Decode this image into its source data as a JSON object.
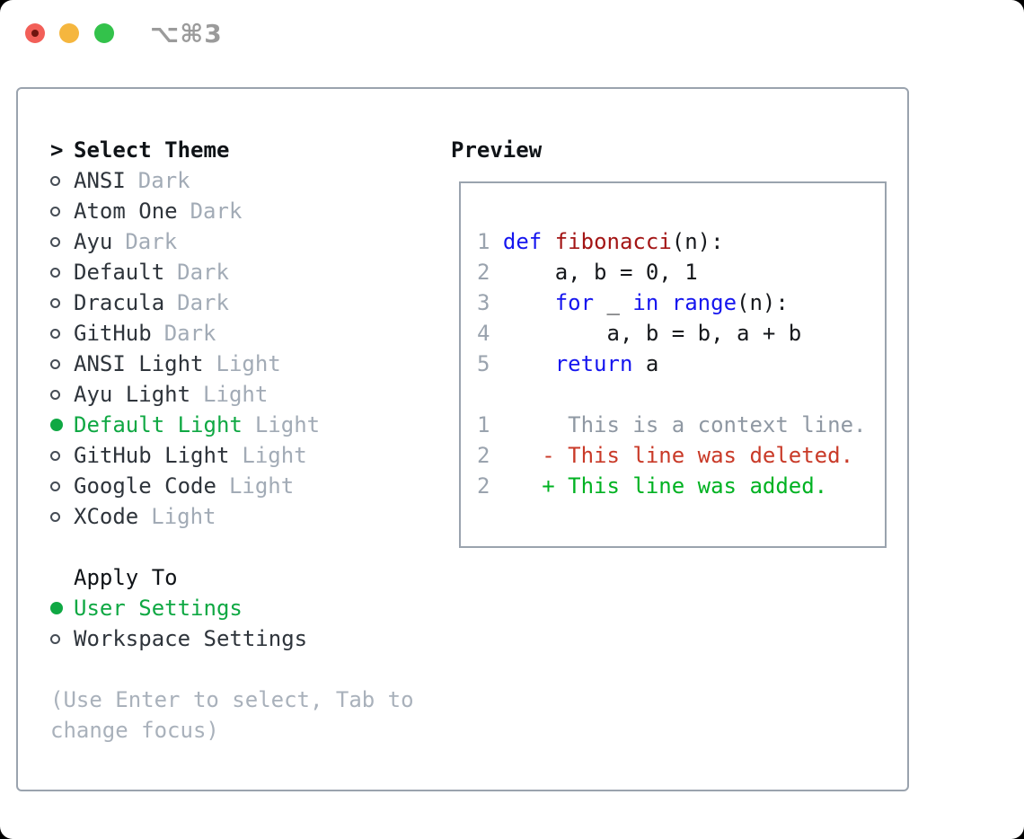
{
  "titlebar": {
    "shortcut": "⌥⌘3"
  },
  "theme_panel": {
    "title_prefix": ">",
    "title": "Select Theme",
    "themes": [
      {
        "name": "ANSI",
        "variant": "Dark",
        "selected": false
      },
      {
        "name": "Atom One",
        "variant": "Dark",
        "selected": false
      },
      {
        "name": "Ayu",
        "variant": "Dark",
        "selected": false
      },
      {
        "name": "Default",
        "variant": "Dark",
        "selected": false
      },
      {
        "name": "Dracula",
        "variant": "Dark",
        "selected": false
      },
      {
        "name": "GitHub",
        "variant": "Dark",
        "selected": false
      },
      {
        "name": "ANSI Light",
        "variant": "Light",
        "selected": false
      },
      {
        "name": "Ayu Light",
        "variant": "Light",
        "selected": false
      },
      {
        "name": "Default Light",
        "variant": "Light",
        "selected": true
      },
      {
        "name": "GitHub Light",
        "variant": "Light",
        "selected": false
      },
      {
        "name": "Google Code",
        "variant": "Light",
        "selected": false
      },
      {
        "name": "XCode",
        "variant": "Light",
        "selected": false
      }
    ],
    "apply_to": {
      "title": "Apply To",
      "options": [
        {
          "label": "User Settings",
          "selected": true
        },
        {
          "label": "Workspace Settings",
          "selected": false
        }
      ]
    },
    "hint": "(Use Enter to select, Tab to change focus)"
  },
  "preview": {
    "title": "Preview",
    "lines": [
      {
        "segments": []
      },
      {
        "segments": [
          [
            "num",
            "1 "
          ],
          [
            "kw",
            "def"
          ],
          [
            "plain",
            " "
          ],
          [
            "fn",
            "fibonacci"
          ],
          [
            "plain",
            "(n):"
          ]
        ]
      },
      {
        "segments": [
          [
            "num",
            "2 "
          ],
          [
            "plain",
            "    a, b = 0, 1"
          ]
        ]
      },
      {
        "segments": [
          [
            "num",
            "3 "
          ],
          [
            "plain",
            "    "
          ],
          [
            "kw",
            "for"
          ],
          [
            "plain",
            " _ "
          ],
          [
            "kw",
            "in"
          ],
          [
            "plain",
            " "
          ],
          [
            "kw",
            "range"
          ],
          [
            "plain",
            "(n):"
          ]
        ]
      },
      {
        "segments": [
          [
            "num",
            "4 "
          ],
          [
            "plain",
            "        a, b = b, a + b"
          ]
        ]
      },
      {
        "segments": [
          [
            "num",
            "5 "
          ],
          [
            "plain",
            "    "
          ],
          [
            "kw",
            "return"
          ],
          [
            "plain",
            " a"
          ]
        ]
      },
      {
        "segments": []
      },
      {
        "segments": [
          [
            "num",
            "1"
          ],
          [
            "ctx",
            "      This is a context line."
          ]
        ]
      },
      {
        "segments": [
          [
            "num",
            "2"
          ],
          [
            "plain",
            "    "
          ],
          [
            "del",
            "- This line was deleted."
          ]
        ]
      },
      {
        "segments": [
          [
            "num",
            "2"
          ],
          [
            "plain",
            "    "
          ],
          [
            "add",
            "+ This line was added."
          ]
        ]
      }
    ]
  },
  "colors": {
    "border": "#9aa3ae",
    "heading": "#0f1317",
    "text": "#2e343b",
    "tag": "#a2abb6",
    "hint": "#a9b1bb",
    "accent_green": "#0fa843",
    "keyword_blue": "#1515ef",
    "function_red": "#a31515",
    "code_text": "#16181c",
    "line_number": "#9aa3ae",
    "context_gray": "#8f98a3",
    "deleted_red": "#c93a28",
    "added_green": "#00b222",
    "traffic_red": "#f25f58",
    "traffic_red_dot": "#70150f",
    "traffic_yellow": "#f5b63e",
    "traffic_green": "#33c24b",
    "shortcut_gray": "#9b9b9b"
  }
}
